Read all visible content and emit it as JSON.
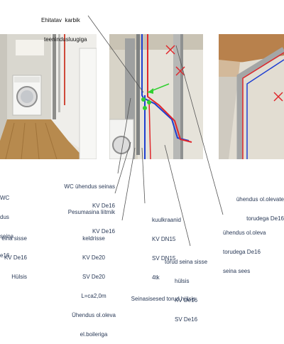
{
  "top_label": {
    "lines": [
      "Ehitatav  karbik",
      "teenindusluugiga"
    ]
  },
  "labels": {
    "wc_left": {
      "lines": [
        "WC",
        "dus",
        "seina",
        "e16"
      ]
    },
    "seina_left": {
      "lines": [
        "eina sisse",
        "KV De16",
        "Hülsis"
      ]
    },
    "wc_uhendus": {
      "lines": [
        "WC ühendus seinas",
        "KV De16"
      ]
    },
    "pesumasin": {
      "lines": [
        "Pesumasina liitmik",
        "KV De16"
      ]
    },
    "keldrisse": {
      "lines": [
        "keldrisse",
        "KV De20",
        "SV De20",
        "L=ca2,0m",
        "Ühendus ol.oleva",
        "el.boileriga"
      ]
    },
    "kuulkraanid": {
      "lines": [
        "kuulkraanid",
        "KV DN15",
        "SV DN15",
        "4tk"
      ]
    },
    "torud_seina": {
      "lines": [
        "torud seina sisse",
        "hülsis",
        "KV De16",
        "SV De16"
      ]
    },
    "uhendus_mid": {
      "lines": [
        "ühendus ol.oleva",
        "torudega De16",
        "seina sees"
      ]
    },
    "uhendus_right": {
      "lines": [
        "ühendus ol.olevate",
        "torudega De16"
      ]
    },
    "bottom": {
      "lines": [
        "Seinasisesed torud hülsis"
      ]
    }
  },
  "colors": {
    "pipe_cold": "#1f3fd1",
    "pipe_hot": "#e0262b",
    "arrow": "#2fcf2f",
    "leader": "#555555"
  }
}
